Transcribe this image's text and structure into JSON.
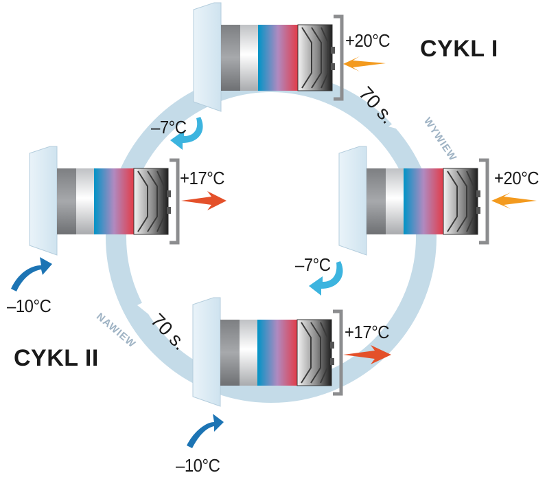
{
  "cycles": {
    "one": "CYKL I",
    "two": "CYKL II"
  },
  "flows": {
    "exhaust": "WYWIEW",
    "supply": "NAWIEW"
  },
  "durations": {
    "top": "70 s.",
    "bottom": "70 s."
  },
  "temperatures": {
    "top_right": "+20°C",
    "top_left": "–7°C",
    "left_right": "+17°C",
    "left_bottom": "–10°C",
    "right_right": "+20°C",
    "right_left": "–7°C",
    "bottom_right": "+17°C",
    "bottom_bottom": "–10°C"
  },
  "colors": {
    "ring": "#c4dbe8",
    "orange_arrow": "#f39a1e",
    "red_arrow": "#e4502a",
    "cyan_arrow": "#3cb4df",
    "blue_arrow": "#1c74b4",
    "hood": "#dcecf5"
  }
}
